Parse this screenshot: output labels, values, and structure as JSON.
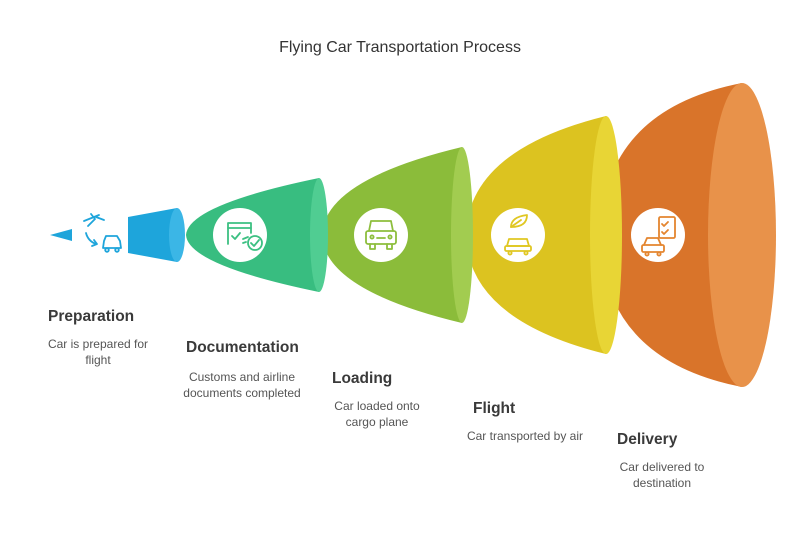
{
  "title": "Flying Car Transportation Process",
  "stages": [
    {
      "title": "Preparation",
      "description": "Car is prepared for flight",
      "color": "#1ea5db",
      "icon": "plane-and-car-icon"
    },
    {
      "title": "Documentation",
      "description": "Customs and airline documents completed",
      "color": "#3cc082",
      "icon": "document-check-icon"
    },
    {
      "title": "Loading",
      "description": "Car loaded onto cargo plane",
      "color": "#8dbe3d",
      "icon": "vehicle-front-icon"
    },
    {
      "title": "Flight",
      "description": "Car transported by air",
      "color": "#e0c722",
      "icon": "car-with-leaf-icon"
    },
    {
      "title": "Delivery",
      "description": "Car delivered to destination",
      "color": "#e4852f",
      "icon": "car-checklist-icon"
    }
  ]
}
